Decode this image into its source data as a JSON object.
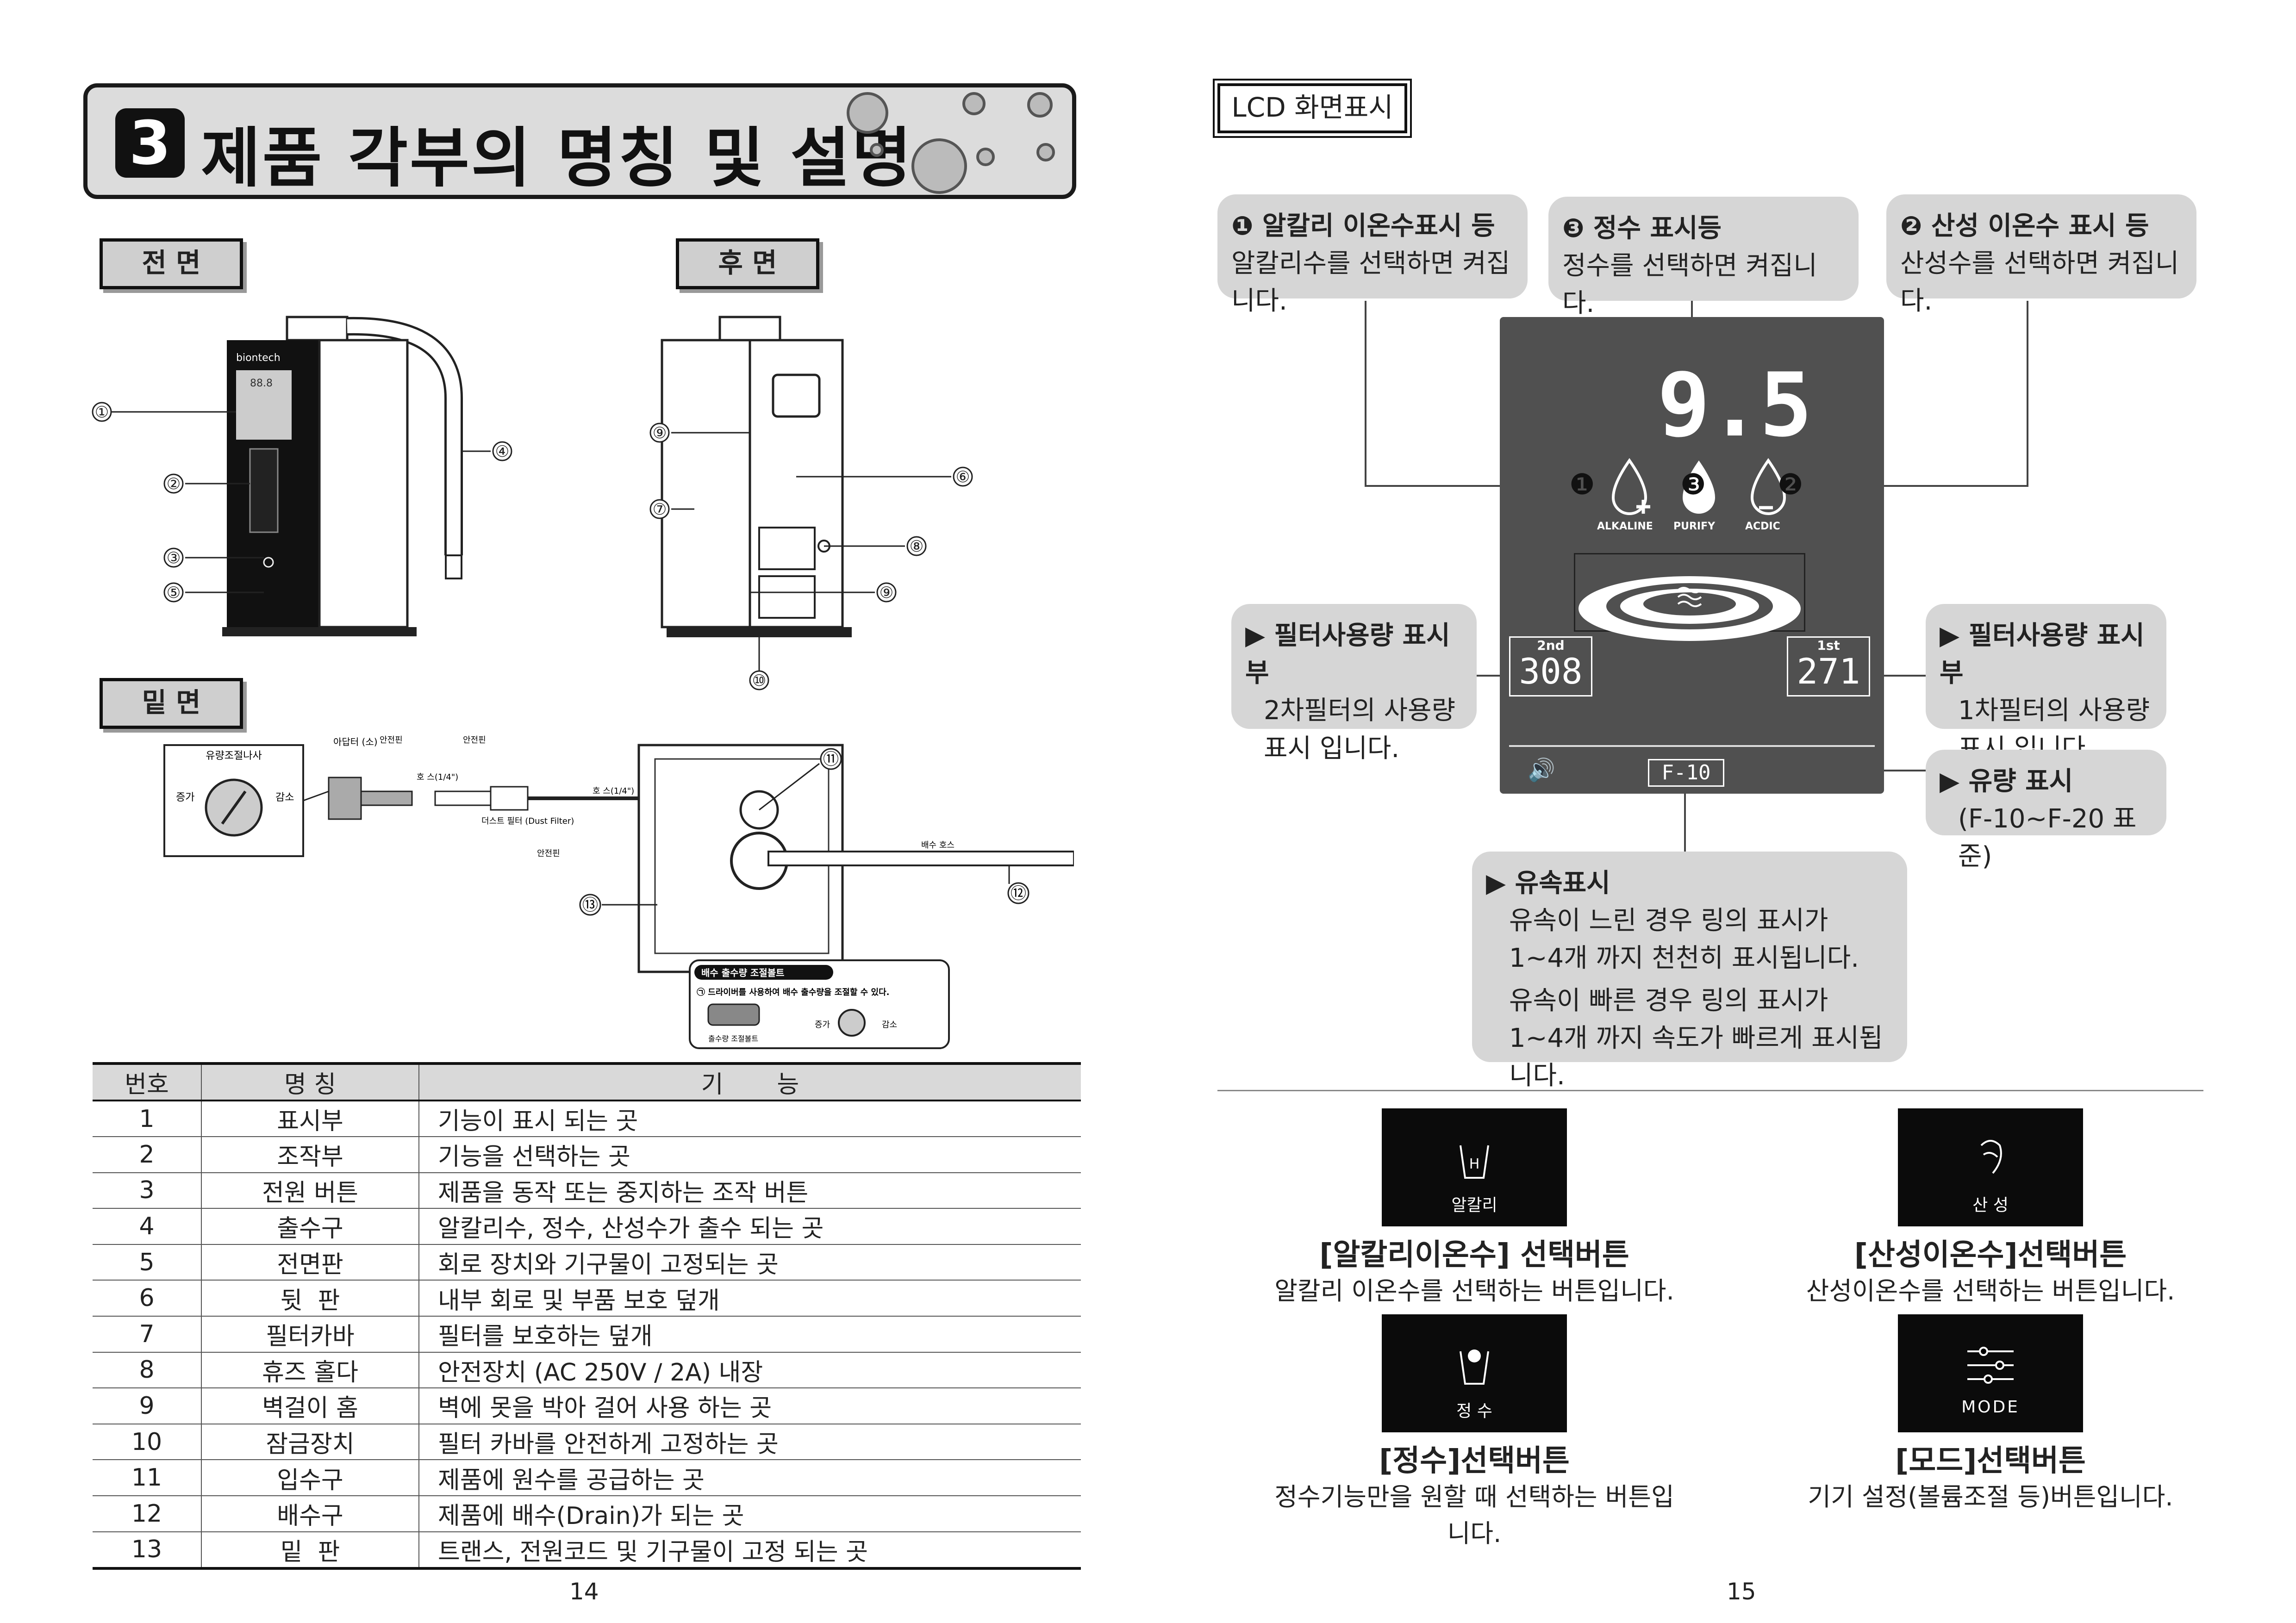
{
  "left_page": {
    "section_number": "3",
    "section_title": "제품 각부의 명칭 및 설명",
    "front_label": "전 면",
    "rear_label": "후 면",
    "bottom_label": "밑 면",
    "brand": "biontech",
    "display_reading": "88.8",
    "callouts_front": [
      "①",
      "②",
      "③",
      "⑤",
      "④"
    ],
    "callouts_rear": [
      "⑨",
      "⑦",
      "⑥",
      "⑧",
      "⑨",
      "⑩"
    ],
    "callouts_bottom": [
      "⑪",
      "⑫",
      "⑬"
    ],
    "diagram_labels": {
      "flow_nut": "유량조절나사",
      "increase": "증가",
      "decrease": "감소",
      "adapter": "아답터 (소)",
      "clamp1": "안전핀",
      "clamp2": "안전핀",
      "hose": "호 스(1/4\")",
      "dust_filter": "더스트 필터 (Dust Filter)",
      "clamp3": "안전핀",
      "hose2": "호 스(1/4\")",
      "drain_hose": "배수 호스",
      "drain_bolt_title": "배수 출수량 조절볼트",
      "drain_bolt_note": "㉠ 드라이버를 사용하여 배수 출수량을 조절할 수 있다.",
      "drain_bolt_part": "출수량 조절볼트",
      "increase2": "증가",
      "decrease2": "감소"
    },
    "table": {
      "headers": [
        "번호",
        "명 칭",
        "기       능"
      ],
      "rows": [
        [
          "1",
          "표시부",
          "기능이 표시 되는 곳"
        ],
        [
          "2",
          "조작부",
          "기능을 선택하는 곳"
        ],
        [
          "3",
          "전원 버튼",
          "제품을 동작 또는 중지하는 조작 버튼"
        ],
        [
          "4",
          "출수구",
          "알칼리수, 정수, 산성수가 출수 되는 곳"
        ],
        [
          "5",
          "전면판",
          "회로 장치와 기구물이 고정되는 곳"
        ],
        [
          "6",
          "뒷  판",
          "내부 회로 및 부품 보호 덮개"
        ],
        [
          "7",
          "필터카바",
          "필터를 보호하는 덮개"
        ],
        [
          "8",
          "휴즈 홀다",
          "안전장치 (AC 250V / 2A) 내장"
        ],
        [
          "9",
          "벽걸이 홈",
          "벽에 못을 박아 걸어 사용 하는 곳"
        ],
        [
          "10",
          "잠금장치",
          "필터 카바를 안전하게 고정하는 곳"
        ],
        [
          "11",
          "입수구",
          "제품에 원수를 공급하는 곳"
        ],
        [
          "12",
          "배수구",
          "제품에 배수(Drain)가 되는 곳"
        ],
        [
          "13",
          "밑  판",
          "트랜스, 전원코드 및 기구물이 고정 되는 곳"
        ]
      ]
    },
    "page_number": "14"
  },
  "right_page": {
    "lcd_title": "LCD 화면표시",
    "box_alkaline": {
      "num": "❶",
      "title": "알칼리 이온수표시 등",
      "desc": "알칼리수를 선택하면 켜집니다."
    },
    "box_purify": {
      "num": "❸",
      "title": "정수 표시등",
      "desc": "정수를 선택하면 켜집니다."
    },
    "box_acidic": {
      "num": "❷",
      "title": "산성 이온수 표시 등",
      "desc": "산성수를 선택하면 켜집니다."
    },
    "box_filter2": {
      "title": "▶ 필터사용량 표시부",
      "desc1": "2차필터의 사용량",
      "desc2": "표시 입니다."
    },
    "box_filter1": {
      "title": "▶ 필터사용량 표시부",
      "desc1": "1차필터의 사용량",
      "desc2": "표시 입니다."
    },
    "box_flow": {
      "title": "▶ 유량 표시",
      "desc": "(F-10~F-20 표준)"
    },
    "box_speed": {
      "title": "▶ 유속표시",
      "l1": "유속이 느린 경우 링의 표시가",
      "l2": "1~4개 까지 천천히 표시됩니다.",
      "l3": "유속이 빠른 경우 링의 표시가",
      "l4": "1~4개 까지 속도가 빠르게 표시됩니다."
    },
    "lcd": {
      "ph": "9.5",
      "alkaline": "ALKALINE",
      "purify": "PURIFY",
      "acidic": "ACDIC",
      "n1": "❶",
      "n3": "❸",
      "n2": "❷",
      "filter2_label": "2nd",
      "filter2_value": "308",
      "filter1_label": "1st",
      "filter1_value": "271",
      "flow": "F-10"
    },
    "buttons": [
      {
        "icon_label": "알칼리",
        "title": "[알칼리이온수] 선택버튼",
        "desc": "알칼리 이온수를 선택하는 버튼입니다."
      },
      {
        "icon_label": "산 성",
        "title": "[산성이온수]선택버튼",
        "desc": "산성이온수를 선택하는 버튼입니다."
      },
      {
        "icon_label": "정 수",
        "title": "[정수]선택버튼",
        "desc": "정수기능만을 원할 때 선택하는 버튼입니다."
      },
      {
        "icon_label": "MODE",
        "title": "[모드]선택버튼",
        "desc": "기기 설정(볼륨조절 등)버튼입니다."
      }
    ],
    "page_number": "15"
  }
}
